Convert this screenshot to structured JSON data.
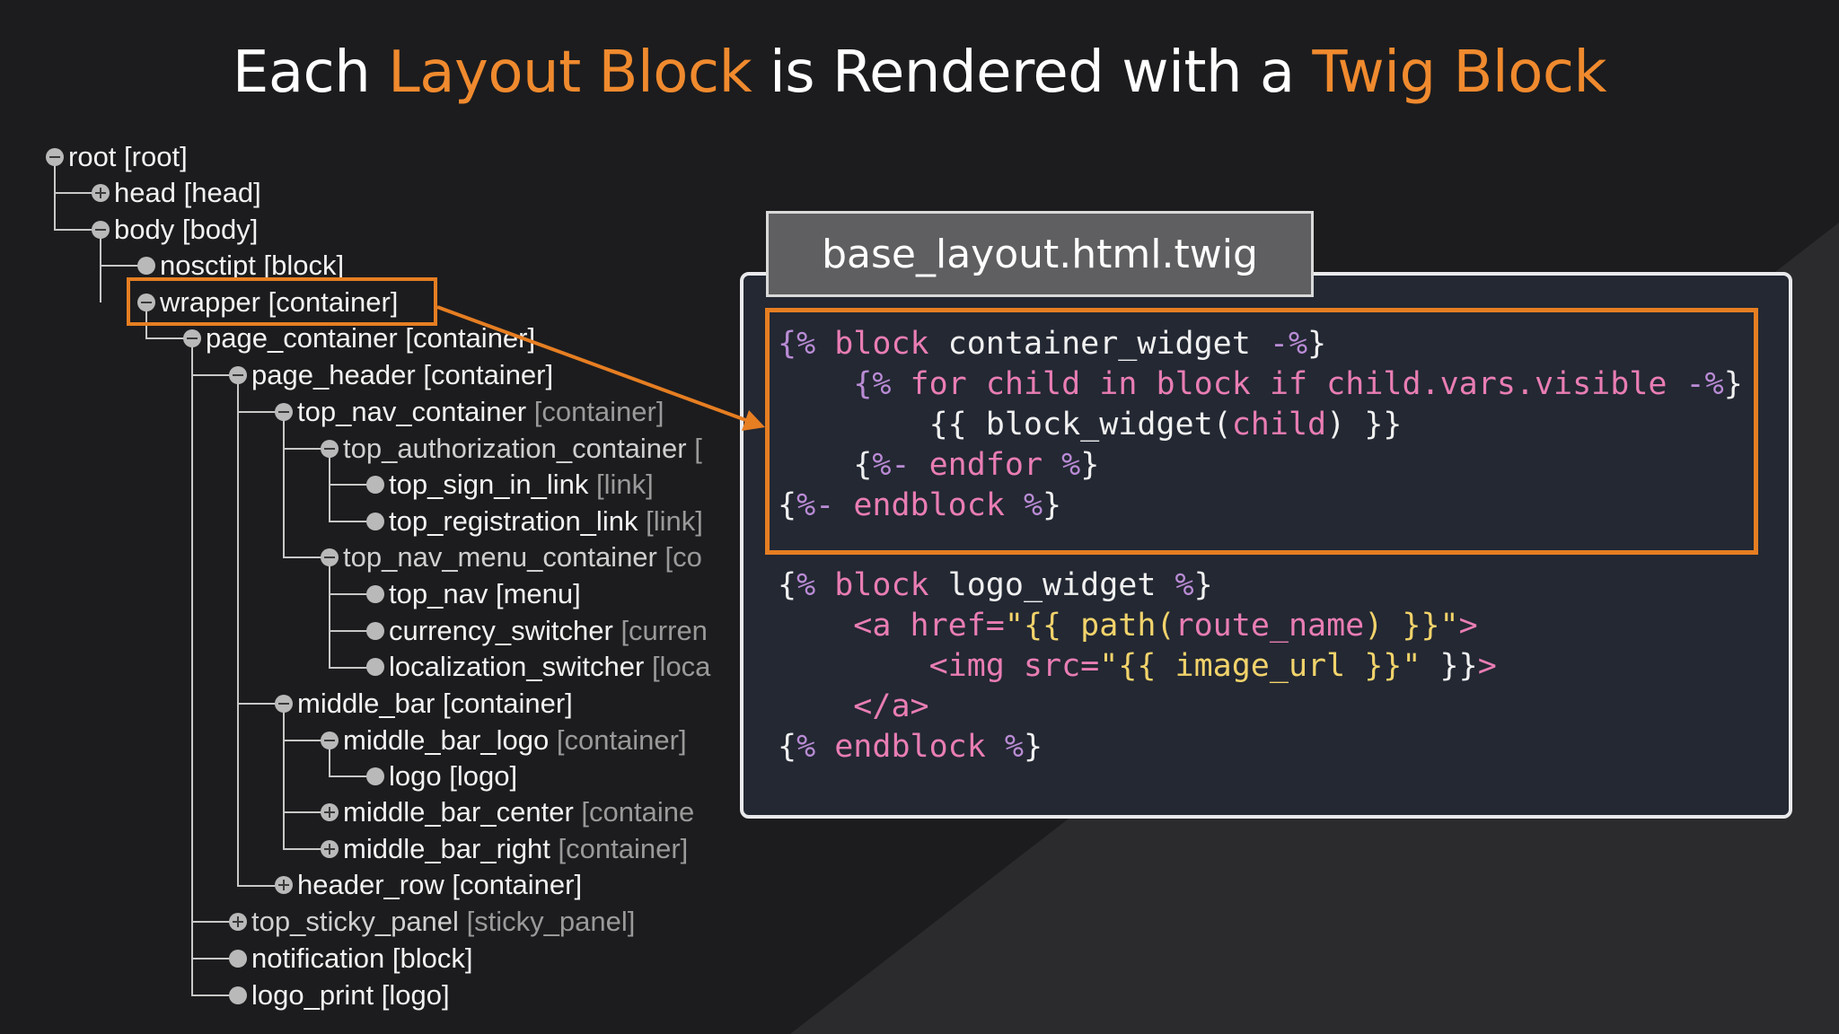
{
  "title": {
    "part1": "Each ",
    "accent1": "Layout Block",
    "part2": " is Rendered with a ",
    "accent2": "Twig Block"
  },
  "colors": {
    "accent": "#f08a2e",
    "highlight_border": "#e67e22",
    "background": "#1c1c1e",
    "code_panel": "#232833",
    "file_tab": "#5f5f61",
    "keyword": "#e97db4",
    "delimiter": "#b98bd4",
    "string": "#f2d36b"
  },
  "tree": {
    "nodes": [
      {
        "name": "root",
        "type": "[root]",
        "state": "expanded"
      },
      {
        "name": "head",
        "type": "[head]",
        "state": "collapsed"
      },
      {
        "name": "body",
        "type": "[body]",
        "state": "expanded"
      },
      {
        "name": "nosctipt",
        "type": "[block]",
        "state": "leaf"
      },
      {
        "name": "wrapper",
        "type": "[container]",
        "state": "expanded",
        "highlighted": true
      },
      {
        "name": "page_container",
        "type": "[container]",
        "state": "expanded"
      },
      {
        "name": "page_header",
        "type": "[container]",
        "state": "expanded"
      },
      {
        "name": "top_nav_container",
        "type": "[container]",
        "state": "expanded"
      },
      {
        "name": "top_authorization_container",
        "type": "[",
        "state": "expanded"
      },
      {
        "name": "top_sign_in_link",
        "type": "[link]",
        "state": "leaf"
      },
      {
        "name": "top_registration_link",
        "type": "[link]",
        "state": "leaf"
      },
      {
        "name": "top_nav_menu_container",
        "type": "[co",
        "state": "expanded"
      },
      {
        "name": "top_nav",
        "type": "[menu]",
        "state": "leaf"
      },
      {
        "name": "currency_switcher",
        "type": "[curren",
        "state": "leaf"
      },
      {
        "name": "localization_switcher",
        "type": "[loca",
        "state": "leaf"
      },
      {
        "name": "middle_bar",
        "type": "[container]",
        "state": "expanded"
      },
      {
        "name": "middle_bar_logo",
        "type": "[container]",
        "state": "expanded"
      },
      {
        "name": "logo",
        "type": "[logo]",
        "state": "leaf"
      },
      {
        "name": "middle_bar_center",
        "type": "[containe",
        "state": "collapsed"
      },
      {
        "name": "middle_bar_right",
        "type": "[container]",
        "state": "collapsed"
      },
      {
        "name": "header_row",
        "type": "[container]",
        "state": "collapsed"
      },
      {
        "name": "top_sticky_panel",
        "type": "[sticky_panel]",
        "state": "collapsed"
      },
      {
        "name": "notification",
        "type": "[block]",
        "state": "leaf"
      },
      {
        "name": "logo_print",
        "type": "[logo]",
        "state": "leaf"
      }
    ]
  },
  "code_panel": {
    "filename": "base_layout.html.twig",
    "code_lines": [
      "{% block container_widget -%}",
      "    {% for child in block if child.vars.visible -%}",
      "        {{ block_widget(child) }}",
      "    {%- endfor %}",
      "{%- endblock %}",
      "{% block logo_widget %}",
      "    <a href=\"{{ path(route_name) }}\">",
      "        <img src=\"{{ image_url }}\" }}>",
      "    </a>",
      "{% endblock %}"
    ]
  }
}
